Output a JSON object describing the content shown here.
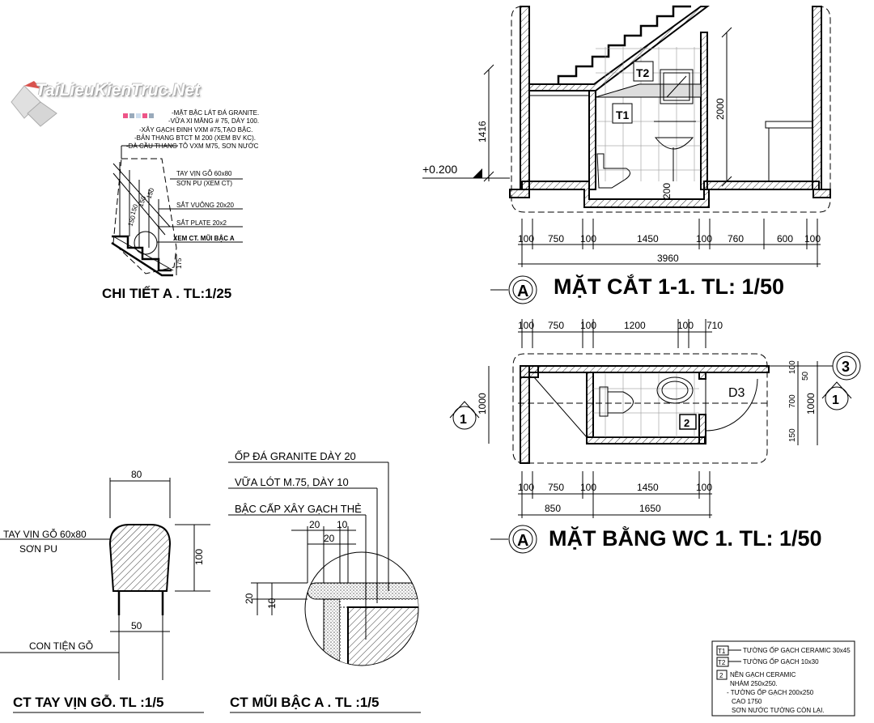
{
  "watermark": "TaiLieuKienTruc.Net",
  "detail_a": {
    "title": "CHI TIẾT A . TL:1/25",
    "notes": [
      "-MẶT BẬC LÁT ĐÁ GRANITE.",
      "-VỮA XI MĂNG # 75, DÀY 100.",
      "-XÂY GẠCH ĐINH VXM #75,TẠO BẬC.",
      "-BẢN THANG BTCT M 200 (XEM BV KC).",
      "-ĐÀ CẦU THANG TÔ VXM M75, SƠN NƯỚC"
    ],
    "labels": [
      "TAY VỊN GỖ 60x80",
      "SƠN PU (XEM CT)",
      "SẮT VUÔNG 20x20",
      "SẮT PLATE 20x2",
      "XEM CT. MŨI BẬC A"
    ],
    "dims": [
      "150",
      "150",
      "150",
      "150",
      "175"
    ]
  },
  "section": {
    "title": "MẶT CẮT 1-1.  TL: 1/50",
    "marker": "A",
    "level": "+0.200",
    "dim_left": "1416",
    "dim_right": "2000",
    "dim_small": "200",
    "tags": [
      "T2",
      "T1"
    ],
    "dims": [
      "100",
      "750",
      "100",
      "1450",
      "100",
      "760",
      "600",
      "100"
    ],
    "total": "3960"
  },
  "plan": {
    "title": "MẶT BẰNG WC 1. TL: 1/50",
    "marker": "A",
    "door": "D3",
    "tag": "2",
    "axis_right": "3",
    "cut_marker": "1",
    "dims_top": [
      "100",
      "750",
      "100",
      "1200",
      "100",
      "710"
    ],
    "dims_bottom": [
      "100",
      "750",
      "100",
      "1450",
      "100"
    ],
    "dims_bottom2": [
      "850",
      "1650"
    ],
    "dim_left": "1000",
    "dims_right": [
      "100",
      "50",
      "700",
      "150"
    ],
    "dim_right_total": "1000"
  },
  "handrail": {
    "title": "CT TAY VỊN GỖ. TL :1/5",
    "w": "80",
    "h": "100",
    "post": "50",
    "label1": "TAY VỊN GỖ 60x80",
    "label2": "SƠN PU",
    "label3": "CON TIỆN GỖ"
  },
  "nosing": {
    "title": "CT MŨI BẬC A . TL :1/5",
    "l1": "ỐP ĐÁ GRANITE DÀY 20",
    "l2": "VỮA LÓT M.75, DÀY 10",
    "l3": "BẬC CẤP XÂY GẠCH THẺ",
    "d20a": "20",
    "d10": "10",
    "d20b": "20",
    "v20": "20",
    "v10": "10"
  },
  "legend": {
    "items": [
      {
        "tag": "T1",
        "text": "TƯỜNG ỐP GẠCH CERAMIC 30x45"
      },
      {
        "tag": "T2",
        "text": "TƯỜNG ỐP GẠCH 10x30"
      },
      {
        "tag": "2",
        "text": "NỀN GẠCH CERAMIC"
      }
    ],
    "extra": [
      "NHÁM 250x250.",
      "- TƯỜNG ỐP GẠCH 200x250",
      "CAO 1750",
      "SƠN NƯỚC TƯỜNG CÒN LẠI."
    ]
  }
}
